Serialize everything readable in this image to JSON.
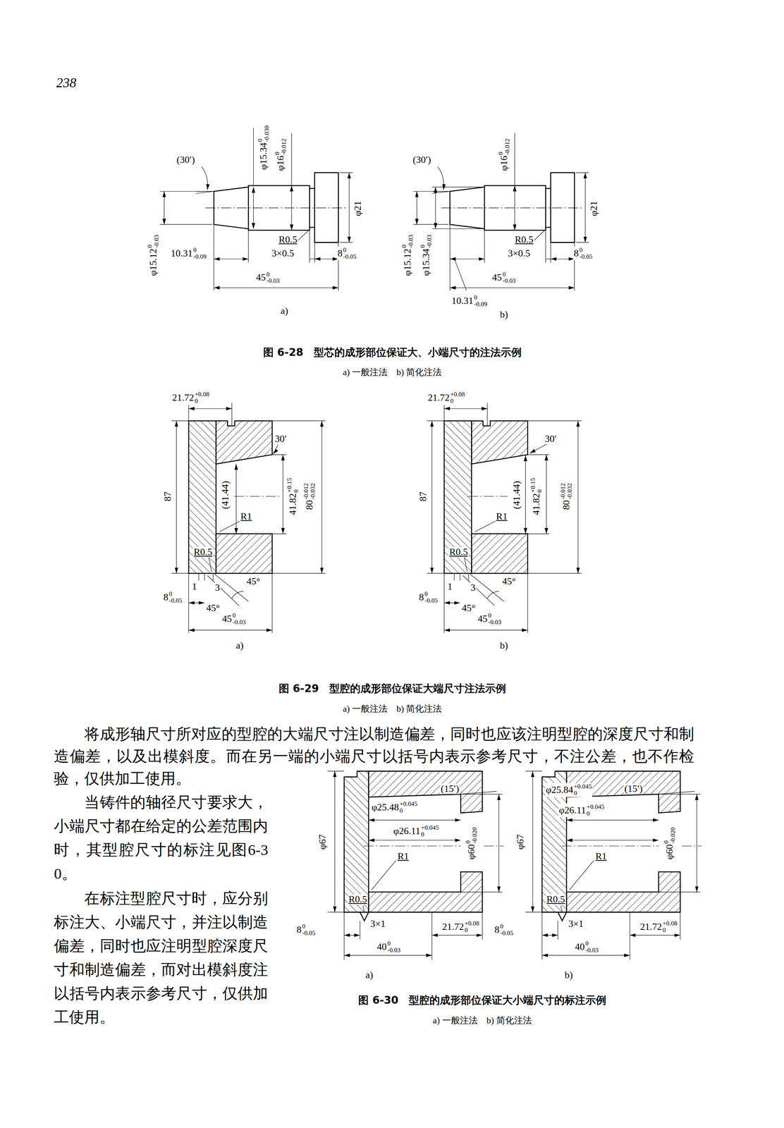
{
  "diagram": {
    "labels": [
      "238",
      "(30′)",
      "φ15.34",
      "0",
      "-0.030",
      "φ16",
      "0",
      "-0.012",
      "φ21",
      "R0.5",
      "φ15.12",
      "0",
      "-0.03",
      "10.31",
      "0",
      "-0.09",
      "3×0.5",
      "8",
      "0",
      "-0.05",
      "45",
      "0",
      "-0.03",
      "a)",
      "(30′)",
      "φ16",
      "0",
      "-0.012",
      "φ21",
      "R0.5",
      "φ15.12",
      "0",
      "-0.03",
      "φ15.34",
      "0",
      "-0.03",
      "3×0.5",
      "8",
      "0",
      "-0.05",
      "45",
      "0",
      "-0.03",
      "10.31",
      "0",
      "-0.09",
      "b)",
      "图 6-28　型芯的成形部位保证大、小端尺寸的注法示例",
      "a) 一般注法　b) 简化注法",
      "21.72",
      "+0.08",
      "0",
      "30′",
      "87",
      "(41.44)",
      "41.82",
      "+0.15",
      "0",
      "80",
      "-0.012",
      "-0.032",
      "R1",
      "R0.5",
      "1",
      "3",
      "45°",
      "8",
      "0",
      "-0.05",
      "45°",
      "45",
      "0",
      "-0.03",
      "a)",
      "21.72",
      "+0.08",
      "0",
      "30′",
      "87",
      "(41.44)",
      "41.82",
      "+0.15",
      "0",
      "80",
      "-0.012",
      "-0.032",
      "R1",
      "R0.5",
      "1",
      "3",
      "45°",
      "8",
      "0",
      "-0.05",
      "45°",
      "45",
      "0",
      "-0.03",
      "b)",
      "图 6-29　型腔的成形部位保证大端尺寸注法示例",
      "a) 一般注法　b) 简化注法",
      "将成形轴尺寸所对应的型腔的大端尺寸注以制造偏差，同时也应该注明型腔的深度尺寸和制造偏差，以及出模斜度。而在另一端的小端尺寸以括号内表示参考尺寸，不注公差，也不作检验，仅供加工使用。",
      "当铸件的轴径尺寸要求大，小端尺寸都在给定的公差范围内时，其型腔尺寸的标注见图6-30。",
      "在标注型腔尺寸时，应分别标注大、小端尺寸，并注以制造偏差，同时也应注明型腔深度尺寸和制造偏差，而对出模斜度注以括号内表示参考尺寸，仅供加工使用。",
      "φ25.48",
      "+0.045",
      "0",
      "(15′)",
      "φ26.11",
      "+0.045",
      "0",
      "φ67",
      "φ60",
      "0",
      "-0.020",
      "R1",
      "R0.5",
      "3×1",
      "8",
      "0",
      "-0.05",
      "21.72",
      "+0.08",
      "0",
      "40",
      "0",
      "-0.03",
      "a)",
      "φ25.84",
      "+0.045",
      "0",
      "(15′)",
      "φ26.11",
      "+0.045",
      "0",
      "φ67",
      "φ60",
      "0",
      "-0.020",
      "R1",
      "R0.5",
      "3×1",
      "8",
      "0",
      "-0.05",
      "21.72",
      "+0.08",
      "0",
      "40",
      "0",
      "-0.03",
      "b)",
      "图 6-30　型腔的成形部位保证大小端尺寸的标注示例",
      "a) 一般注法　b) 简化注法"
    ]
  }
}
